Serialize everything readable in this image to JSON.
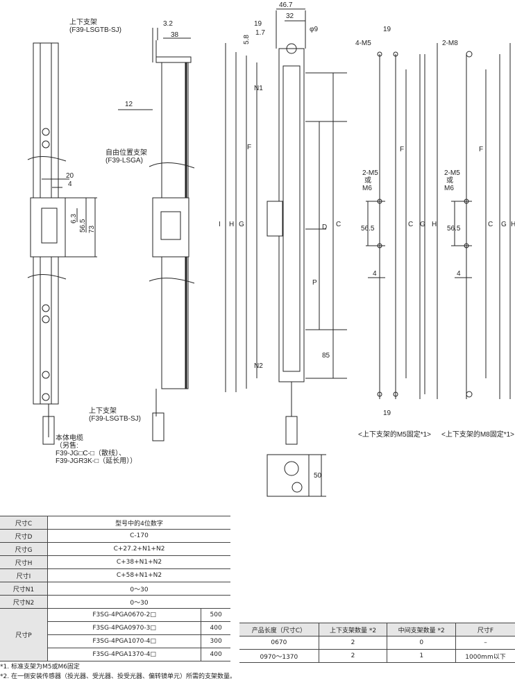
{
  "drawing": {
    "bracket_top_label": "上下支架",
    "bracket_top_model": "(F39-LSGTB-SJ)",
    "bracket_free_label": "自由位置支架",
    "bracket_free_model": "(F39-LSGA)",
    "bracket_bottom_label": "上下支架",
    "bracket_bottom_model": "(F39-LSGTB-SJ)",
    "cable_label": "本体电缆",
    "cable_sold": "（另售:",
    "cable_model1": "F39-JG□C-□（散线）、",
    "cable_model2": "F39-JGR3K-□（延长用））",
    "dims": {
      "d3_2": "3.2",
      "d38": "38",
      "d12": "12",
      "d20": "20",
      "d4a": "4",
      "d6_3": "6.3",
      "d56_5a": "56.5",
      "d73": "73",
      "d46_7": "46.7",
      "d32": "32",
      "d19a": "19",
      "d1_7": "1.7",
      "d5_8": "5.8",
      "phi9": "φ9",
      "N1": "N1",
      "N2": "N2",
      "I": "I",
      "H": "H",
      "G": "G",
      "F": "F",
      "D": "D",
      "C": "C",
      "P": "P",
      "d85": "85",
      "d50": "50",
      "v4_M5": "4-M5",
      "v4_19top": "19",
      "v4_2M5": "2-M5",
      "v4_or": "或",
      "v4_M6": "M6",
      "v4_56_5": "56.5",
      "v4_4": "4",
      "v4_19bot": "19",
      "v4_F": "F",
      "v4_C": "C",
      "v4_G": "G",
      "v4_H": "H",
      "v5_2M8": "2-M8",
      "v5_2M5": "2-M5",
      "v5_or": "或",
      "v5_M6": "M6",
      "v5_56_5": "56.5",
      "v5_4": "4",
      "v5_F": "F",
      "v5_C": "C",
      "v5_G": "G",
      "v5_H": "H"
    },
    "caption_m5": "<上下支架的M5固定*1>",
    "caption_m8": "<上下支架的M8固定*1>"
  },
  "spec_table": {
    "rows": [
      {
        "label": "尺寸C",
        "value": "型号中的4位数字"
      },
      {
        "label": "尺寸D",
        "value": "C-170"
      },
      {
        "label": "尺寸G",
        "value": "C+27.2+N1+N2"
      },
      {
        "label": "尺寸H",
        "value": "C+38+N1+N2"
      },
      {
        "label": "尺寸I",
        "value": "C+58+N1+N2"
      },
      {
        "label": "尺寸N1",
        "value": "0～30"
      },
      {
        "label": "尺寸N2",
        "value": "0～30"
      }
    ],
    "p_label": "尺寸P",
    "p_rows": [
      {
        "model": "F3SG-4PGA0670-2□",
        "value": "500"
      },
      {
        "model": "F3SG-4PGA0970-3□",
        "value": "400"
      },
      {
        "model": "F3SG-4PGA1070-4□",
        "value": "300"
      },
      {
        "model": "F3SG-4PGA1370-4□",
        "value": "400"
      }
    ]
  },
  "bracket_table": {
    "headers": [
      "产品长度（尺寸C）",
      "上下支架数量 *2",
      "中间支架数量 *2",
      "尺寸F"
    ],
    "rows": [
      [
        "0670",
        "2",
        "0",
        "–"
      ],
      [
        "0970～1370",
        "2",
        "1",
        "1000mm以下"
      ]
    ]
  },
  "notes": [
    "*1. 标准支架为M5或M6固定",
    "*2. 在一侧安装传感器（投光器、受光器、投受光器、偏转镜单元）所需的支架数量。"
  ]
}
